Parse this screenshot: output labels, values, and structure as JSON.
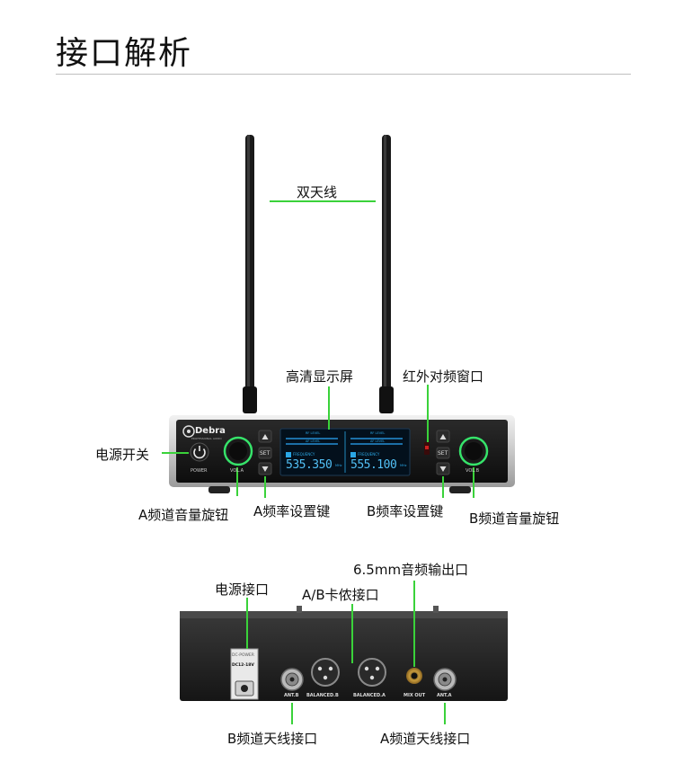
{
  "page": {
    "title": "接口解析"
  },
  "front": {
    "labels": {
      "dual_antenna": "双天线",
      "hd_display": "高清显示屏",
      "ir_window": "红外对频窗口",
      "power_switch": "电源开关",
      "a_volume_knob": "A频道音量旋钮",
      "a_freq_keys": "A频率设置键",
      "b_freq_keys": "B频率设置键",
      "b_volume_knob": "B频道音量旋钮"
    },
    "device": {
      "brand": "Debra",
      "brand_sub": "PROFESSIONAL AUDIO",
      "power_label": "POWER",
      "vol_a": "VOL.A",
      "vol_b": "VOL.B",
      "set_label": "SET",
      "rf_level": "RF LEVEL",
      "af_level": "AF LEVEL",
      "frequency_label": "FREQUENCY",
      "freq_a": "535.350",
      "freq_b": "555.100",
      "unit": "MHz"
    }
  },
  "rear": {
    "labels": {
      "power_port": "电源接口",
      "ab_xlr": "A/B卡侬接口",
      "mix_out_jack": "6.5mm音频输出口",
      "b_antenna_port": "B频道天线接口",
      "a_antenna_port": "A频道天线接口"
    },
    "device": {
      "dc_power": "DC-POWER",
      "dc_spec": "DC12-18V",
      "ant_b": "ANT.B",
      "balanced_b": "BALANCED.B",
      "balanced_a": "BALANCED.A",
      "mix_out": "MIX OUT",
      "ant_a": "ANT.A"
    }
  },
  "colors": {
    "accent_green": "#3ad23a",
    "display_blue": "#2aa7e6"
  }
}
